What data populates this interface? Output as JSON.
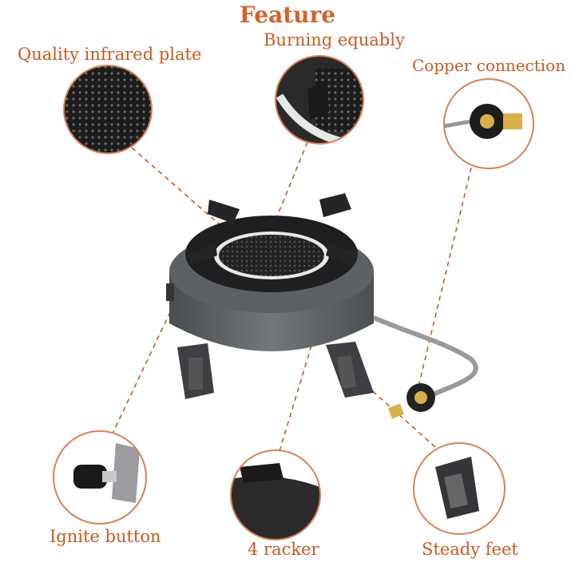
{
  "title": "Feature",
  "callouts": {
    "infrared_plate": "Quality infrared  plate",
    "burning": "Burning equably",
    "copper": "Copper connection",
    "ignite": "Ignite button",
    "racker": "4  racker",
    "feet": "Steady feet"
  },
  "colors": {
    "accent": "#c75a22",
    "stove_body": "#5a5d5f",
    "ring_border": "#d9805a"
  }
}
